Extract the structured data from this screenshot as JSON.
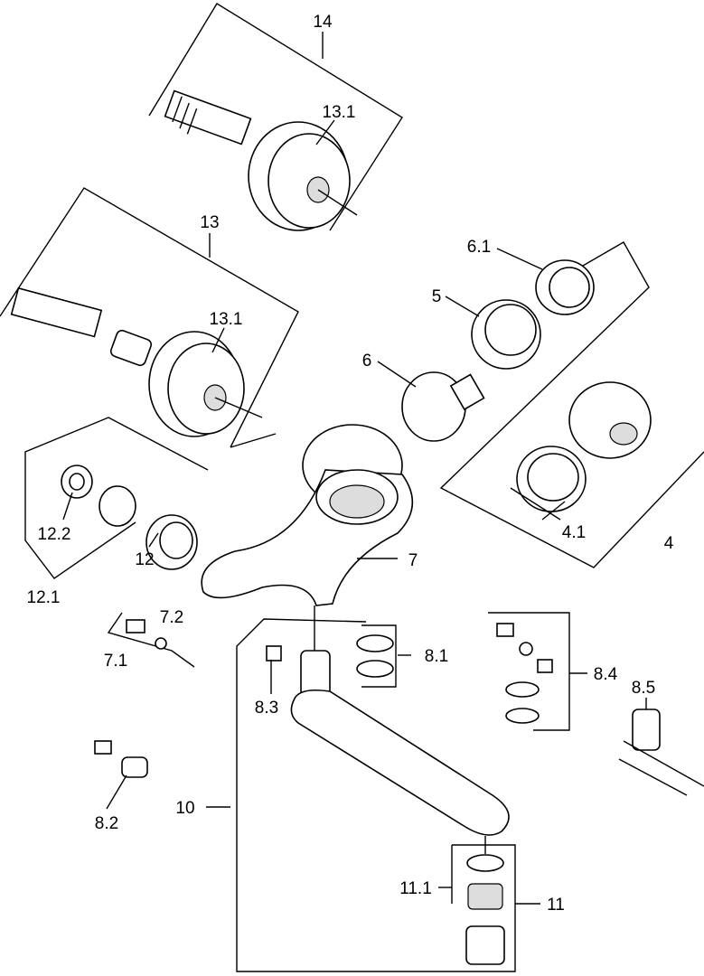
{
  "labels": {
    "l14": "14",
    "l13_1a": "13.1",
    "l13": "13",
    "l13_1b": "13.1",
    "l6_1": "6.1",
    "l5": "5",
    "l6": "6",
    "l4_1": "4.1",
    "l4": "4",
    "l12_2": "12.2",
    "l12": "12",
    "l12_1": "12.1",
    "l7": "7",
    "l7_2": "7.2",
    "l7_1": "7.1",
    "l8_1": "8.1",
    "l8_3": "8.3",
    "l8_4": "8.4",
    "l8_5": "8.5",
    "l8_2": "8.2",
    "l10": "10",
    "l11_1": "11.1",
    "l11": "11"
  }
}
